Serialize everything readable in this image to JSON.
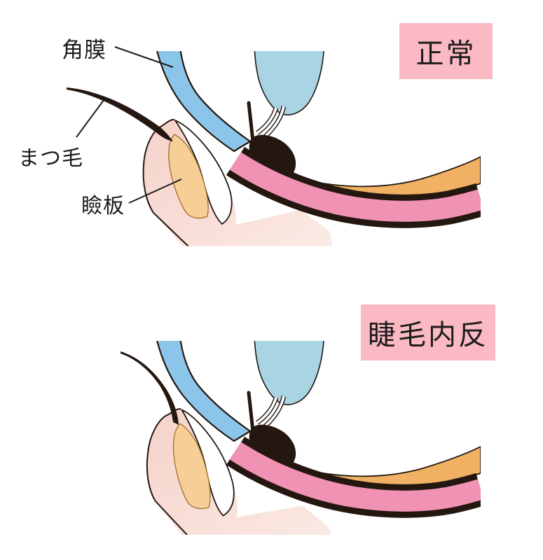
{
  "figure": {
    "kind": "eyelid-anatomy-comparison",
    "panels": {
      "normal": {
        "title": "正常"
      },
      "epiblepharon": {
        "title": "睫毛内反"
      }
    }
  },
  "labels": {
    "cornea": "角膜",
    "eyelash": "まつ毛",
    "tarsus": "瞼板"
  },
  "colors": {
    "title_box_bg": "#FAB9C3",
    "cornea_blue": "#8BC5E9",
    "eyeball_blue": "#A8D4E3",
    "conjunctiva_pink": "#F092B3",
    "fornix_orange": "#F0B164",
    "skin_pink": "#F7D9D2",
    "skin_pink_light": "#FBE8E2",
    "tarsus_orange": "#F6CE96",
    "tarsus_outline": "#A0702E",
    "ink_dark": "#241710",
    "text_dark": "#1C1C1C"
  }
}
